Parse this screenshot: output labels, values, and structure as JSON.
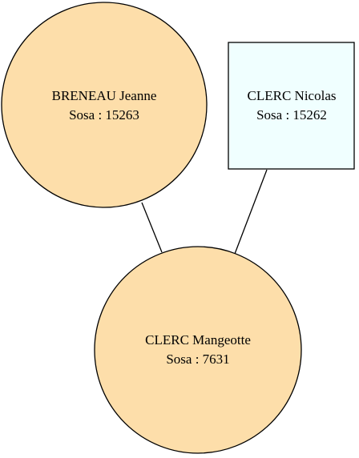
{
  "people": {
    "mother": {
      "name": "BRENEAU Jeanne",
      "sosa": "Sosa : 15263",
      "sex": "female",
      "fill": "#fddeaa"
    },
    "father": {
      "name": "CLERC Nicolas",
      "sosa": "Sosa : 15262",
      "sex": "male",
      "fill": "#f0ffff"
    },
    "child": {
      "name": "CLERC Mangeotte",
      "sosa": "Sosa : 7631",
      "sex": "female",
      "fill": "#fddeaa"
    }
  },
  "style": {
    "stroke": "#000000"
  }
}
